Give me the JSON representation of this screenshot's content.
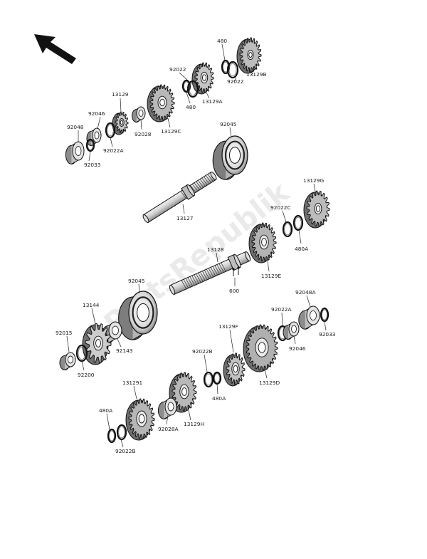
{
  "watermark": "PartsRepublik",
  "labels": {
    "p480_top": "480",
    "p92022_a": "92022",
    "p92022_b": "92022",
    "p13129b": "13129B",
    "p480_mid": "480",
    "p13129a": "13129A",
    "p13129": "13129",
    "p92046_a": "92046",
    "p92048": "92048",
    "p92028": "92028",
    "p13129c": "13129C",
    "p92022a_left": "92022A",
    "p92033_left": "92033",
    "p92045_top": "92045",
    "p13129g": "13129G",
    "p92022c": "92022C",
    "p480a_right": "480A",
    "p13127": "13127",
    "p13128": "13128",
    "p13129e": "13129E",
    "p92045_mid": "92045",
    "p600": "600",
    "p92048a": "92048A",
    "p13144": "13144",
    "p92022a_right": "92022A",
    "p92033_right": "92033",
    "p13129f": "13129F",
    "p92015": "92015",
    "p92143": "92143",
    "p92046_b": "92046",
    "p92200": "92200",
    "p92022b_mid": "92022B",
    "p13129d": "13129D",
    "p131291": "131291",
    "p480a_mid": "480A",
    "p480a_left": "480A",
    "p92028a": "92028A",
    "p13129h": "13129H",
    "p92022b_low": "92022B"
  }
}
